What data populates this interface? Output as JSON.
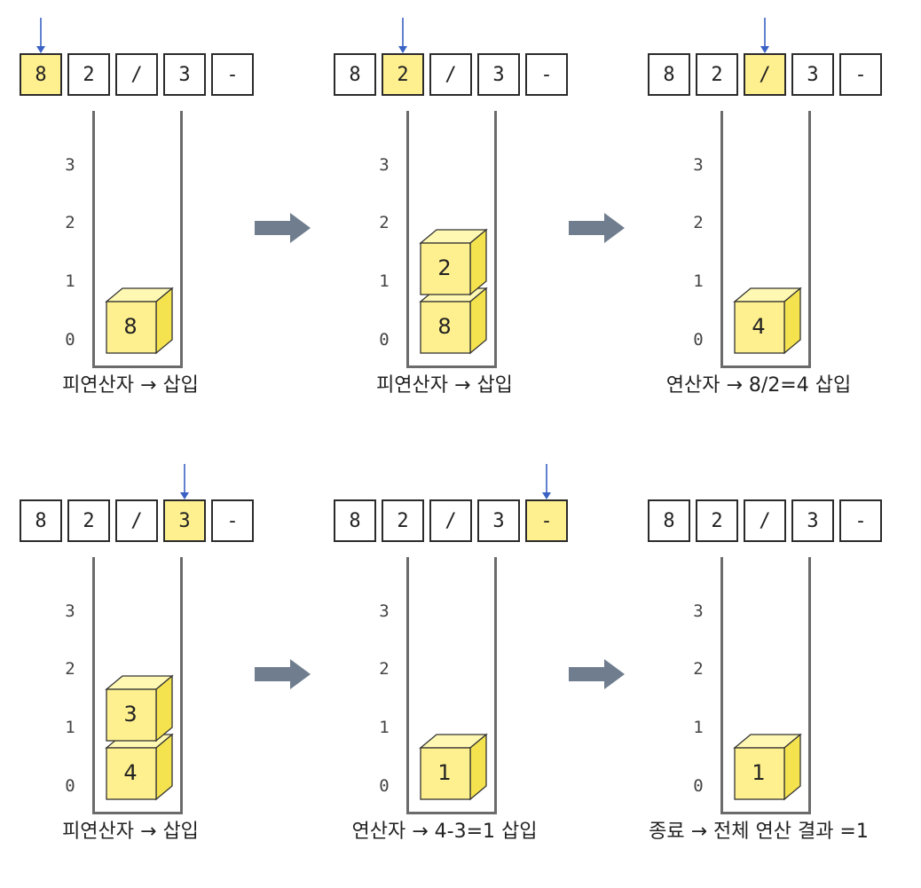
{
  "colors": {
    "highlight": "#fff08f",
    "block_face": "#fff08f",
    "block_top": "#fff8b3",
    "block_side": "#f4e34f",
    "pointer": "#3a62c4",
    "step_arrow": "#6f7d8e",
    "container_wall": "#6b6b6b"
  },
  "icons": {
    "pointer": "down-arrow-icon",
    "step": "right-arrow-icon",
    "block": "cube-icon"
  },
  "slot_labels": [
    "3",
    "2",
    "1",
    "0"
  ],
  "panels": [
    {
      "tokens": [
        "8",
        "2",
        "/",
        "3",
        "-"
      ],
      "pointer_index": 0,
      "stack": [
        "8"
      ],
      "caption": "피연산자 → 삽입"
    },
    {
      "tokens": [
        "8",
        "2",
        "/",
        "3",
        "-"
      ],
      "pointer_index": 1,
      "stack": [
        "8",
        "2"
      ],
      "caption": "피연산자 → 삽입"
    },
    {
      "tokens": [
        "8",
        "2",
        "/",
        "3",
        "-"
      ],
      "pointer_index": 2,
      "stack": [
        "4"
      ],
      "caption": "연산자 → 8/2=4 삽입"
    },
    {
      "tokens": [
        "8",
        "2",
        "/",
        "3",
        "-"
      ],
      "pointer_index": 3,
      "stack": [
        "4",
        "3"
      ],
      "caption": "피연산자 → 삽입"
    },
    {
      "tokens": [
        "8",
        "2",
        "/",
        "3",
        "-"
      ],
      "pointer_index": 4,
      "stack": [
        "1"
      ],
      "caption": "연산자 → 4-3=1 삽입"
    },
    {
      "tokens": [
        "8",
        "2",
        "/",
        "3",
        "-"
      ],
      "pointer_index": null,
      "stack": [
        "1"
      ],
      "caption": "종료 → 전체 연산 결과 =1"
    }
  ]
}
